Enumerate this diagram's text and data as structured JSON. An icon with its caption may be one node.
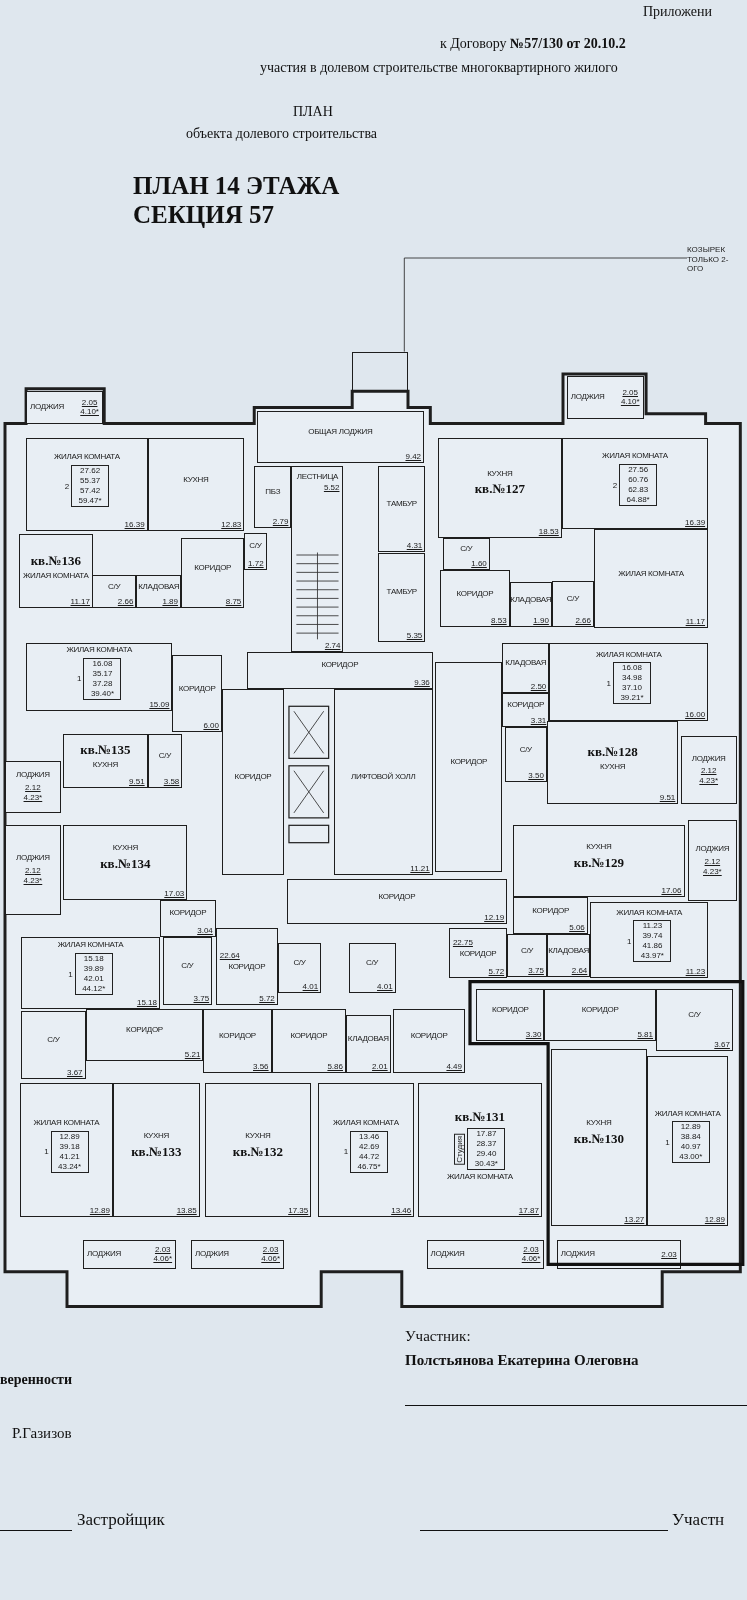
{
  "diagram": {
    "title": "ПЛАН 14 ЭТАЖА СЕКЦИЯ 57",
    "nodes": [
      {
        "text": [],
        "shape": "box"
      },
      {
        "text": [
          "КОЗЫРЕК ТОЛЬКО 2-ОГО"
        ]
      },
      {
        "text": [
          "ЛОДЖИЯ",
          "2.05",
          "4.10*"
        ]
      },
      {
        "text": [
          "ОБЩАЯ ЛОДЖИЯ",
          "9.42"
        ]
      },
      {
        "text": [
          "ЛОДЖИЯ",
          "2.05",
          "4.10*"
        ]
      },
      {
        "text": [
          "ЖИЛАЯ КОМНАТА",
          "2",
          "27.62 55.37 57.42 59.47*",
          "16.39"
        ]
      },
      {
        "text": [
          "КУХНЯ",
          "12.83"
        ]
      },
      {
        "text": [
          "ПБЗ",
          "2.79"
        ]
      },
      {
        "text": [
          "ЛЕСТНИЦА",
          "5.52",
          "2.74"
        ]
      },
      {
        "text": [
          "ТАМБУР",
          "4.31"
        ]
      },
      {
        "text": [
          "ТАМБУР",
          "5.35"
        ]
      },
      {
        "text": [
          "КУХНЯ",
          "кв.№127",
          "18.53"
        ]
      },
      {
        "text": [
          "ЖИЛАЯ КОМНАТА",
          "2",
          "27.56 60.76 62.83 64.88*",
          "16.39"
        ]
      },
      {
        "text": [
          "кв.№136",
          "ЖИЛАЯ КОМНАТА",
          "11.17"
        ]
      },
      {
        "text": [
          "С/У",
          "1.72"
        ]
      },
      {
        "text": [
          "С/У",
          "2.66"
        ]
      },
      {
        "text": [
          "КЛАДОВАЯ",
          "1.89"
        ]
      },
      {
        "text": [
          "КОРИДОР",
          "8.75"
        ]
      },
      {
        "text": [
          "С/У",
          "1.60"
        ]
      },
      {
        "text": [
          "КОРИДОР",
          "8.53"
        ]
      },
      {
        "text": [
          "КЛАДОВАЯ",
          "1.90"
        ]
      },
      {
        "text": [
          "С/У",
          "2.66"
        ]
      },
      {
        "text": [
          "ЖИЛАЯ КОМНАТА",
          "11.17"
        ]
      },
      {
        "text": [
          "КОРИДОР",
          "9.36"
        ]
      },
      {
        "text": [
          "ЖИЛАЯ КОМНАТА",
          "1",
          "16.08 35.17 37.28 39.40*",
          "15.09"
        ]
      },
      {
        "text": [
          "КОРИДОР",
          "6.00"
        ]
      },
      {
        "text": [
          "КЛАДОВАЯ",
          "2.50"
        ]
      },
      {
        "text": [
          "ЖИЛАЯ КОМНАТА",
          "1",
          "16.08 34.98 37.10 39.21*",
          "16.00"
        ]
      },
      {
        "text": [
          "ЛИФТОВОЙ ХОЛЛ",
          "11.21"
        ]
      },
      {
        "text": [
          "КОРИДОР"
        ]
      },
      {
        "text": [
          "КОРИДОР"
        ]
      },
      {
        "text": [
          "КОРИДОР",
          "3.31"
        ]
      },
      {
        "text": [
          "ЛОДЖИЯ",
          "2.12",
          "4.23*"
        ]
      },
      {
        "text": [
          "кв.№135",
          "КУХНЯ",
          "9.51"
        ]
      },
      {
        "text": [
          "С/У",
          "3.58"
        ]
      },
      {
        "text": [
          "С/У",
          "3.50"
        ]
      },
      {
        "text": [
          "кв.№128",
          "КУХНЯ",
          "9.51"
        ]
      },
      {
        "text": [
          "ЛОДЖИЯ",
          "2.12",
          "4.23*"
        ]
      },
      {
        "text": [
          "ЛОДЖИЯ",
          "2.12",
          "4.23*"
        ]
      },
      {
        "text": [
          "КУХНЯ",
          "кв.№134",
          "17.03"
        ]
      },
      {
        "text": [
          "ЛОДЖИЯ",
          "2.12",
          "4.23*"
        ]
      },
      {
        "text": [
          "КУХНЯ",
          "кв.№129",
          "17.06"
        ]
      },
      {
        "text": [
          "КОРИДОР",
          "12.19"
        ]
      },
      {
        "text": [
          "КОРИДОР",
          "3.04"
        ]
      },
      {
        "text": [
          "КОРИДОР",
          "5.06"
        ]
      },
      {
        "text": [
          "ЖИЛАЯ КОМНАТА",
          "1",
          "15.18 39.89 42.01 44.12*",
          "15.18"
        ]
      },
      {
        "text": [
          "С/У",
          "3.75"
        ]
      },
      {
        "text": [
          "22.64",
          "КОРИДОР",
          "5.72"
        ]
      },
      {
        "text": [
          "С/У",
          "4.01"
        ]
      },
      {
        "text": [
          "С/У",
          "4.01"
        ]
      },
      {
        "text": [
          "22.75",
          "КОРИДОР",
          "5.72"
        ]
      },
      {
        "text": [
          "С/У",
          "3.75"
        ]
      },
      {
        "text": [
          "КЛАДОВАЯ",
          "2.64"
        ]
      },
      {
        "text": [
          "ЖИЛАЯ КОМНАТА",
          "1",
          "11.23 39.74 41.86 43.97*",
          "11.23"
        ]
      },
      {
        "text": [
          "С/У",
          "3.67"
        ]
      },
      {
        "text": [
          "КОРИДОР",
          "5.21"
        ]
      },
      {
        "text": [
          "КОРИДОР",
          "3.56"
        ]
      },
      {
        "text": [
          "КОРИДОР",
          "5.86"
        ]
      },
      {
        "text": [
          "КЛАДОВАЯ",
          "2.01"
        ]
      },
      {
        "text": [
          "КОРИДОР",
          "4.49"
        ]
      },
      {
        "text": [
          "КОРИДОР",
          "3.30"
        ]
      },
      {
        "text": [
          "КОРИДОР",
          "5.81"
        ]
      },
      {
        "text": [
          "С/У",
          "3.67"
        ]
      },
      {
        "text": [
          "ЖИЛАЯ КОМНАТА",
          "1",
          "12.89 39.18 41.21 43.24*",
          "12.89"
        ]
      },
      {
        "text": [
          "КУХНЯ",
          "кв.№133",
          "13.85"
        ]
      },
      {
        "text": [
          "КУХНЯ",
          "кв.№132",
          "17.35"
        ]
      },
      {
        "text": [
          "ЖИЛАЯ КОМНАТА",
          "1",
          "13.46 42.69 44.72 46.75*",
          "13.46"
        ]
      },
      {
        "text": [
          "кв.№131",
          "Студия",
          "17.87 28.37 29.40 30.43*",
          "ЖИЛАЯ КОМНАТА",
          "17.87"
        ]
      },
      {
        "text": [
          "КУХНЯ",
          "кв.№130",
          "13.27"
        ]
      },
      {
        "text": [
          "ЖИЛАЯ КОМНАТА",
          "1",
          "12.89 38.84 40.97 43.00*",
          "12.89"
        ]
      },
      {
        "text": [
          "ЛОДЖИЯ",
          "2.03",
          "4.06*"
        ]
      },
      {
        "text": [
          "ЛОДЖИЯ",
          "2.03",
          "4.06*"
        ]
      },
      {
        "text": [
          "ЛОДЖИЯ",
          "2.03",
          "4.06*"
        ]
      },
      {
        "text": [
          "ЛОДЖИЯ",
          "2.03"
        ]
      }
    ],
    "edges": [
      {
        "from": 1,
        "to": 0,
        "arrow": "none"
      }
    ],
    "labels": [
      "Приложени",
      "к Договору **№57/130 от  20.10.2**",
      "участия в долевом строительстве многоквартирного жилого",
      "ПЛАН",
      "объекта долевого строительства",
      "Участник:",
      "Полстьянова Екатерина Олеговна",
      "веренности",
      "Р.Газизов",
      "Застройщик",
      "Участн"
    ]
  }
}
